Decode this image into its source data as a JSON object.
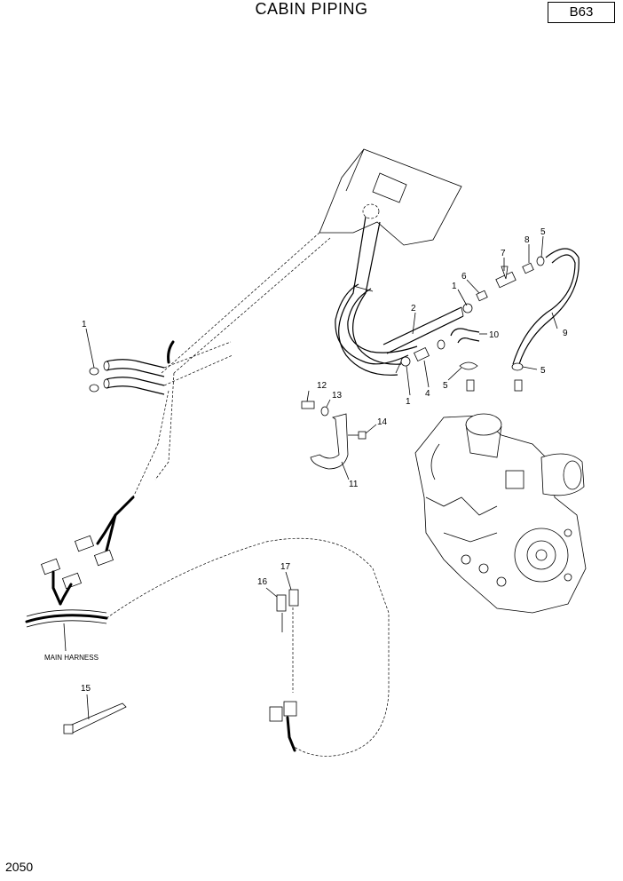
{
  "header": {
    "title": "CABIN PIPING",
    "code": "B63"
  },
  "footer": {
    "page_number": "2050"
  },
  "callouts": [
    {
      "id": "c1a",
      "label": "1"
    },
    {
      "id": "c1b",
      "label": "1"
    },
    {
      "id": "c1c",
      "label": "1"
    },
    {
      "id": "c2",
      "label": "2"
    },
    {
      "id": "c4",
      "label": "4"
    },
    {
      "id": "c5a",
      "label": "5"
    },
    {
      "id": "c5b",
      "label": "5"
    },
    {
      "id": "c5c",
      "label": "5"
    },
    {
      "id": "c6",
      "label": "6"
    },
    {
      "id": "c7",
      "label": "7"
    },
    {
      "id": "c8",
      "label": "8"
    },
    {
      "id": "c9",
      "label": "9"
    },
    {
      "id": "c10",
      "label": "10"
    },
    {
      "id": "c11",
      "label": "11"
    },
    {
      "id": "c12",
      "label": "12"
    },
    {
      "id": "c13",
      "label": "13"
    },
    {
      "id": "c14",
      "label": "14"
    },
    {
      "id": "c15",
      "label": "15"
    },
    {
      "id": "c16",
      "label": "16"
    },
    {
      "id": "c17",
      "label": "17"
    }
  ],
  "harness_label": "MAIN HARNESS"
}
